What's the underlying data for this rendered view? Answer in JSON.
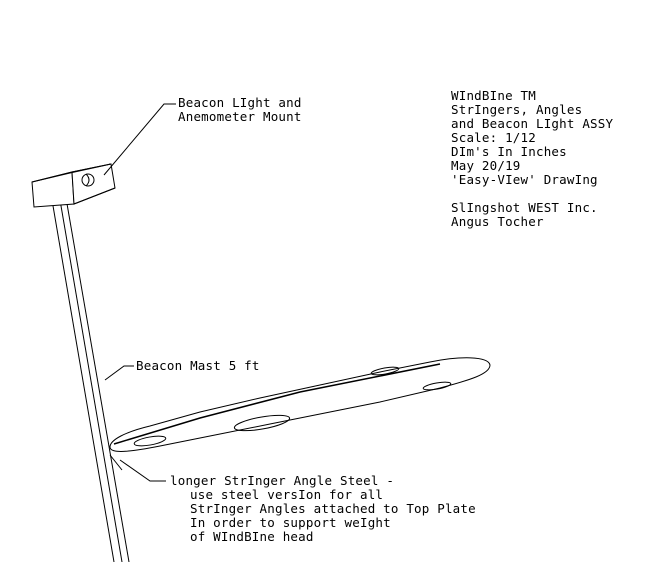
{
  "title_block": {
    "lines": [
      "WIndBIne TM",
      "StrIngers, Angles",
      "and Beacon LIght ASSY",
      "Scale: 1/12",
      "DIm's In Inches",
      "May 20/19",
      "'Easy-VIew' DrawIng"
    ],
    "company": "SlIngshot WEST Inc.",
    "author": "Angus Tocher"
  },
  "callouts": {
    "beacon_mount": [
      "Beacon LIght and",
      "Anemometer Mount"
    ],
    "mast": "Beacon Mast 5 ft",
    "stringer": [
      "longer StrInger Angle Steel -",
      "use steel versIon for all",
      "StrInger Angles attached to Top Plate",
      "In order to support weIght",
      "of WIndBIne head"
    ]
  },
  "colors": {
    "ink": "#000000",
    "paper": "#ffffff"
  }
}
